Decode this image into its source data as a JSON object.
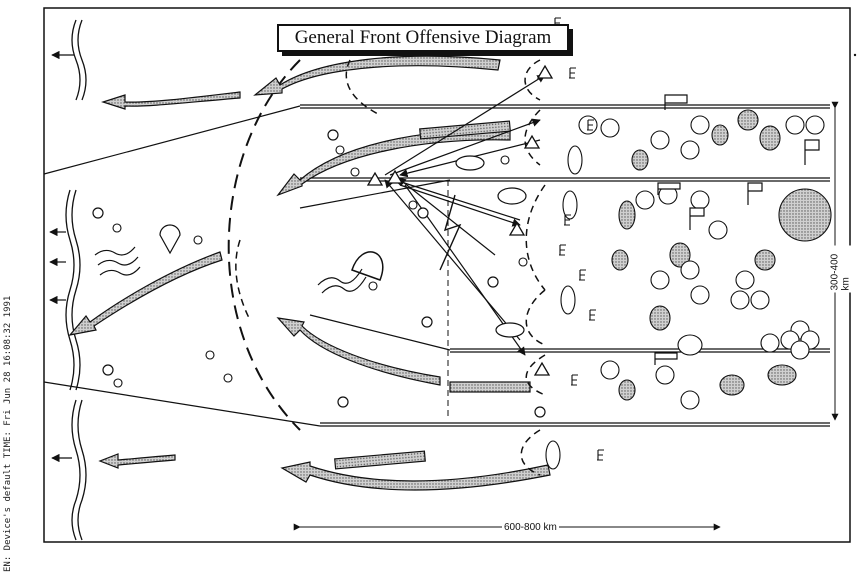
{
  "sidebar": {
    "text": "EN: Device's default    TIME: Fri Jun 28 16:08:32 1991"
  },
  "diagram": {
    "title": "General Front Offensive Diagram",
    "dim_vertical": "300-400 km",
    "dim_horizontal": "600-800 km"
  },
  "colors": {
    "ink": "#111111",
    "band_fill": "#bfbfbf",
    "paper": "#ffffff"
  }
}
